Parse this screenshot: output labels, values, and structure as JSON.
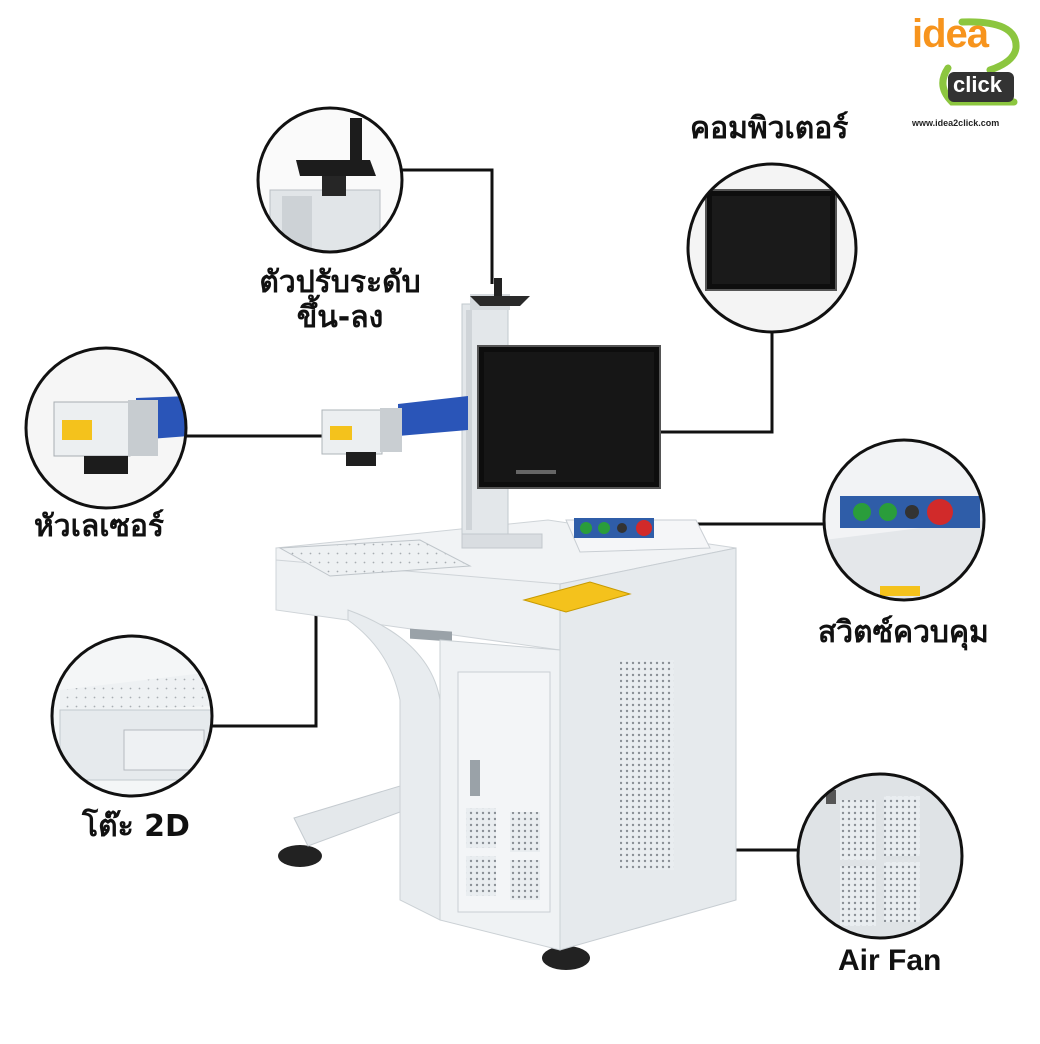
{
  "logo": {
    "word1": "idea",
    "digit": "2",
    "word2": "click",
    "url": "www.idea2click.com",
    "colors": {
      "green": "#8cc63f",
      "orange": "#f7941d",
      "dark": "#333333"
    }
  },
  "labels": {
    "height_adjust_line1": "ตัวปรับระดับ",
    "height_adjust_line2": "ขึ้น-ลง",
    "computer": "คอมพิวเตอร์",
    "laser_head": "หัวเลเซอร์",
    "control_switch": "สวิตซ์ควบคุม",
    "table_2d": "โต๊ะ 2D",
    "air_fan": "Air Fan"
  },
  "icons": [
    "height-adjust-knob",
    "monitor",
    "laser-head",
    "control-panel",
    "worktable",
    "air-fan-vent"
  ]
}
